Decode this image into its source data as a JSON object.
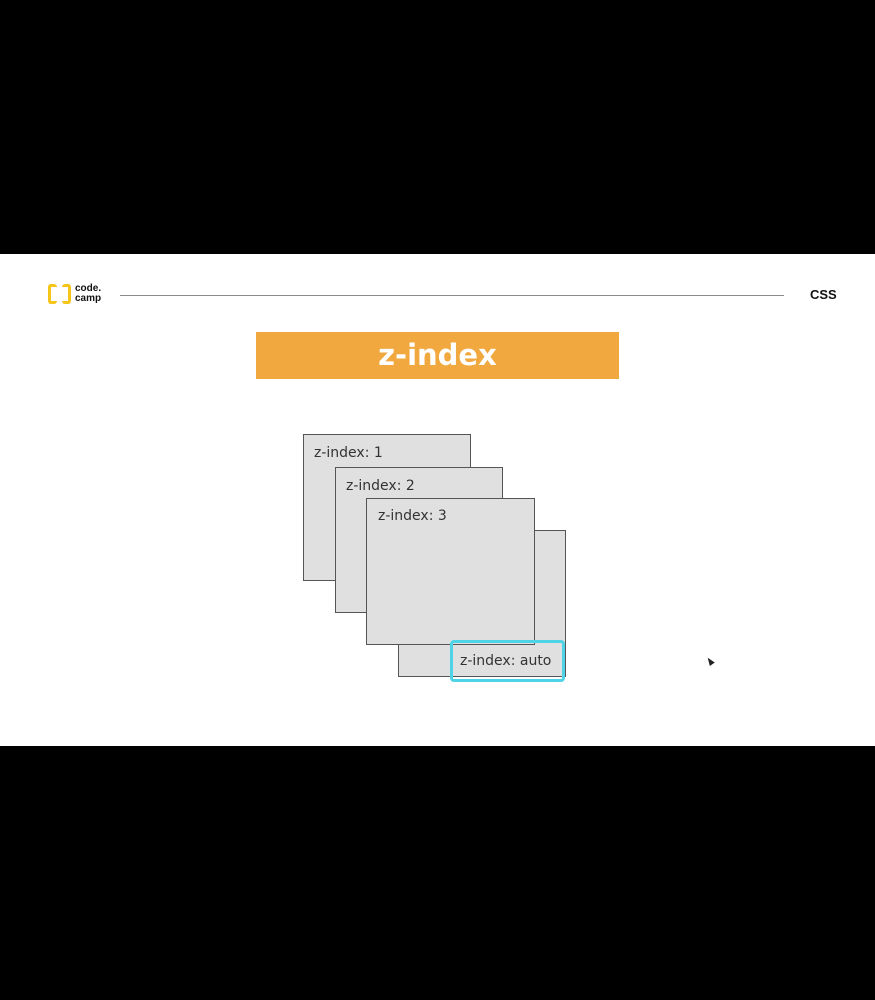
{
  "header": {
    "logo_line1": "code.",
    "logo_line2": "camp",
    "section": "CSS"
  },
  "title": "z-index",
  "diagram": {
    "boxes": [
      {
        "label": "z-index: 1"
      },
      {
        "label": "z-index: 2"
      },
      {
        "label": "z-index: 3"
      },
      {
        "label": "z-index: auto"
      }
    ]
  },
  "colors": {
    "banner": "#f0a83f",
    "logo_bracket": "#f5c518",
    "box_fill": "#e0e0e0",
    "highlight": "#4fd3e6"
  }
}
